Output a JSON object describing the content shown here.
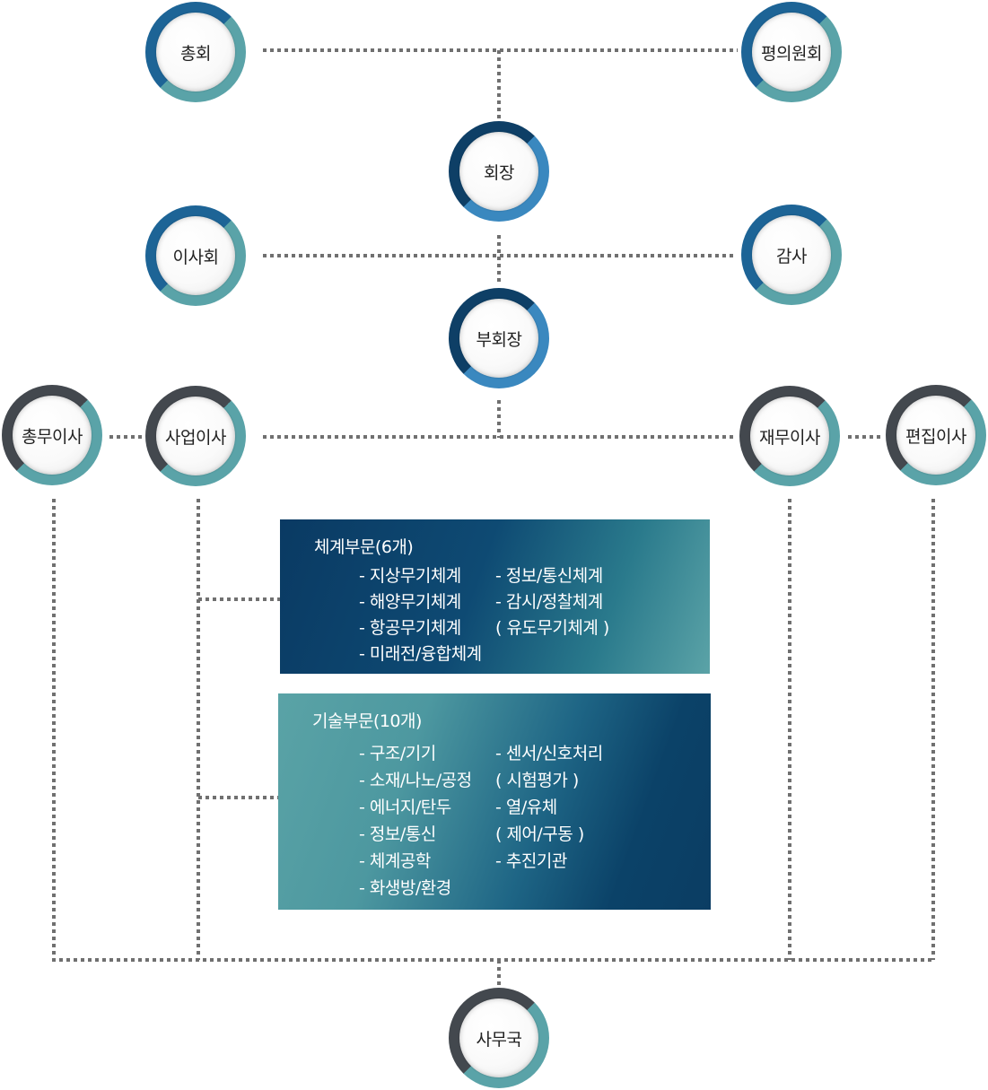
{
  "nodes": {
    "general_assembly": "총회",
    "council": "평의원회",
    "president": "회장",
    "board": "이사회",
    "auditor": "감사",
    "vice_president": "부회장",
    "general_affairs": "총무이사",
    "business": "사업이사",
    "finance": "재무이사",
    "editing": "편집이사",
    "secretariat": "사무국"
  },
  "colors": {
    "line": "#707070",
    "ring_blue": "#1d6496",
    "ring_teal": "#5aa3a8",
    "ring_navy": "#0e3f66",
    "ring_gray": "#43484e"
  },
  "departments": {
    "system": {
      "title": "체계부문(6개)",
      "items_left": [
        "- 지상무기체계",
        "- 해양무기체계",
        "- 항공무기체계",
        "- 미래전/융합체계"
      ],
      "items_right": [
        "- 정보/통신체계",
        "- 감시/정찰체계",
        "( 유도무기체계 )"
      ]
    },
    "tech": {
      "title": "기술부문(10개)",
      "items_left": [
        "- 구조/기기",
        "- 소재/나노/공정",
        "- 에너지/탄두",
        "- 정보/통신",
        "- 체계공학",
        "- 화생방/환경"
      ],
      "items_right": [
        "- 센서/신호처리",
        "( 시험평가 )",
        "- 열/유체",
        "( 제어/구동 )",
        "- 추진기관"
      ]
    }
  }
}
